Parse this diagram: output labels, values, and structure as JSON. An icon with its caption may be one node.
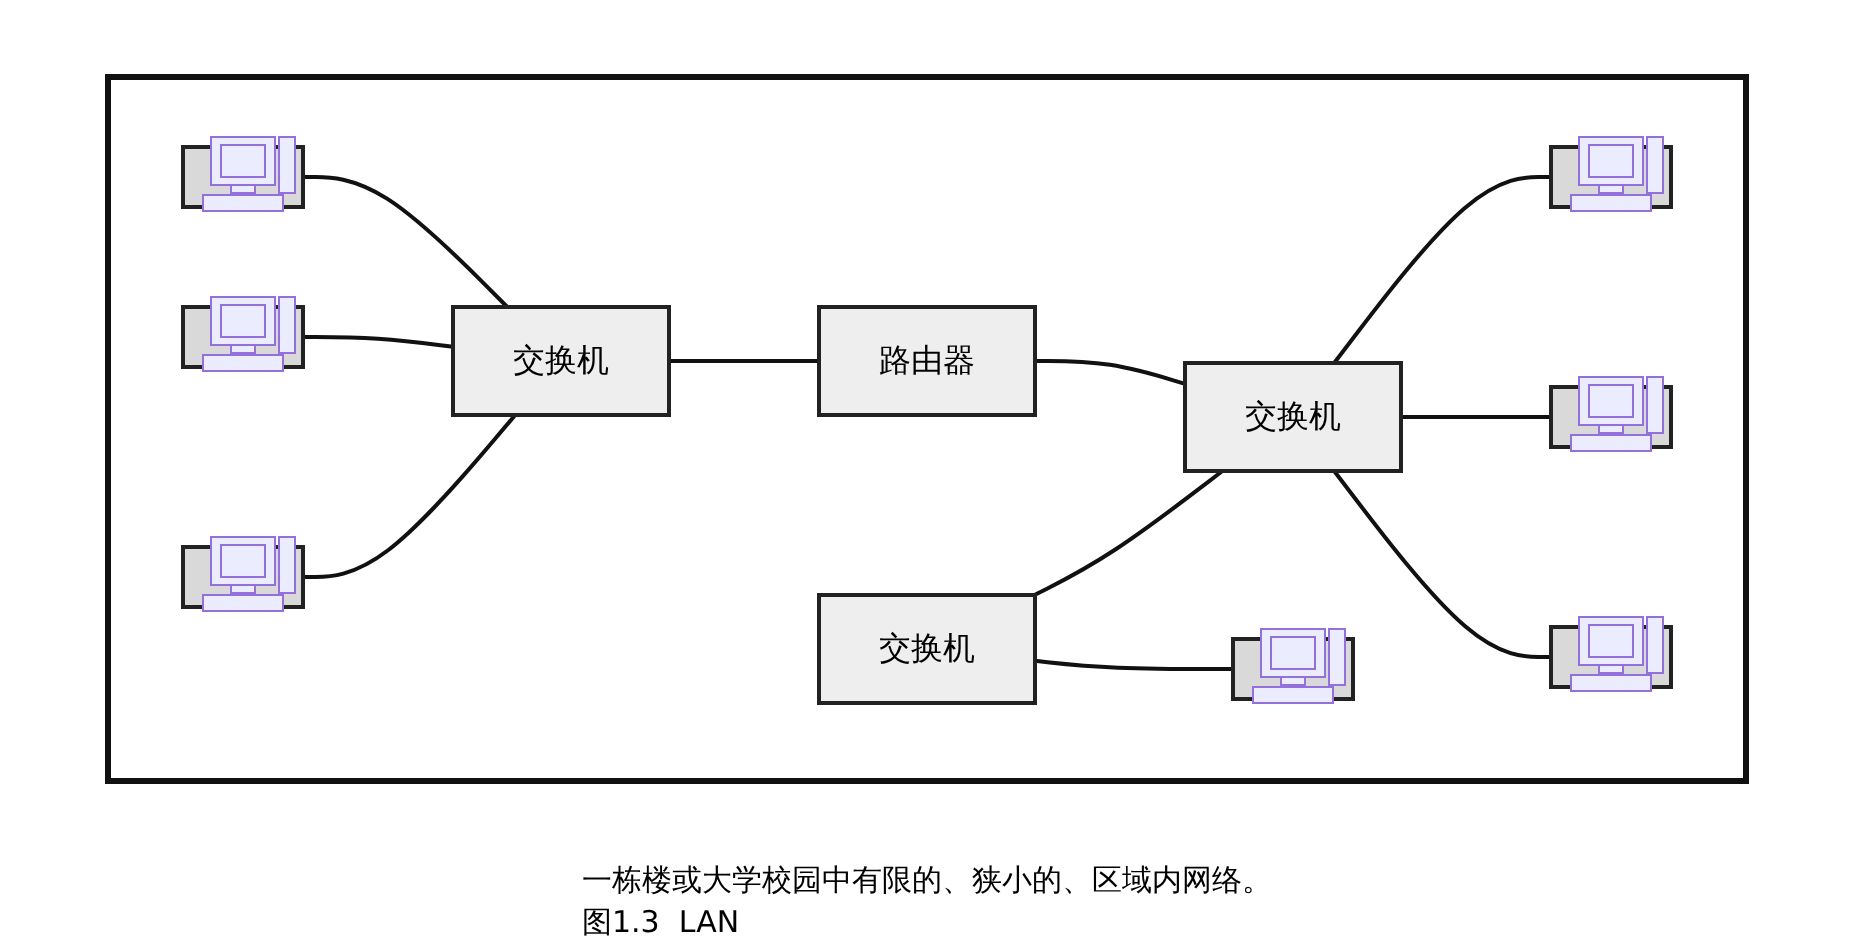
{
  "diagram": {
    "caption": "图1.3  LAN",
    "nodes": [
      {
        "text": [],
        "shape": "box"
      },
      {
        "text": [],
        "shape": "picture",
        "in": 0
      },
      {
        "text": [],
        "shape": "picture",
        "in": 0
      },
      {
        "text": [],
        "shape": "picture",
        "in": 0
      },
      {
        "text": [
          "交换机"
        ],
        "in": 0
      },
      {
        "text": [
          "路由器"
        ],
        "in": 0
      },
      {
        "text": [
          "交换机"
        ],
        "in": 0
      },
      {
        "text": [
          "交换机"
        ],
        "in": 0
      },
      {
        "text": [],
        "shape": "picture",
        "in": 0
      },
      {
        "text": [],
        "shape": "picture",
        "in": 0
      },
      {
        "text": [],
        "shape": "picture",
        "in": 0
      },
      {
        "text": [],
        "shape": "picture",
        "in": 0
      }
    ],
    "edges": [
      {
        "from": 1,
        "to": 4,
        "arrow": "none"
      },
      {
        "from": 2,
        "to": 4,
        "arrow": "none"
      },
      {
        "from": 3,
        "to": 4,
        "arrow": "none"
      },
      {
        "from": 4,
        "to": 5,
        "arrow": "none"
      },
      {
        "from": 5,
        "to": 7,
        "arrow": "none"
      },
      {
        "from": 6,
        "to": 7,
        "arrow": "none"
      },
      {
        "from": 6,
        "to": 8,
        "arrow": "none"
      },
      {
        "from": 7,
        "to": 9,
        "arrow": "none"
      },
      {
        "from": 7,
        "to": 10,
        "arrow": "none"
      },
      {
        "from": 7,
        "to": 11,
        "arrow": "none"
      }
    ],
    "labels": [
      "一栋楼或大学校园中有限的、狭小的、区域内网络。"
    ]
  }
}
